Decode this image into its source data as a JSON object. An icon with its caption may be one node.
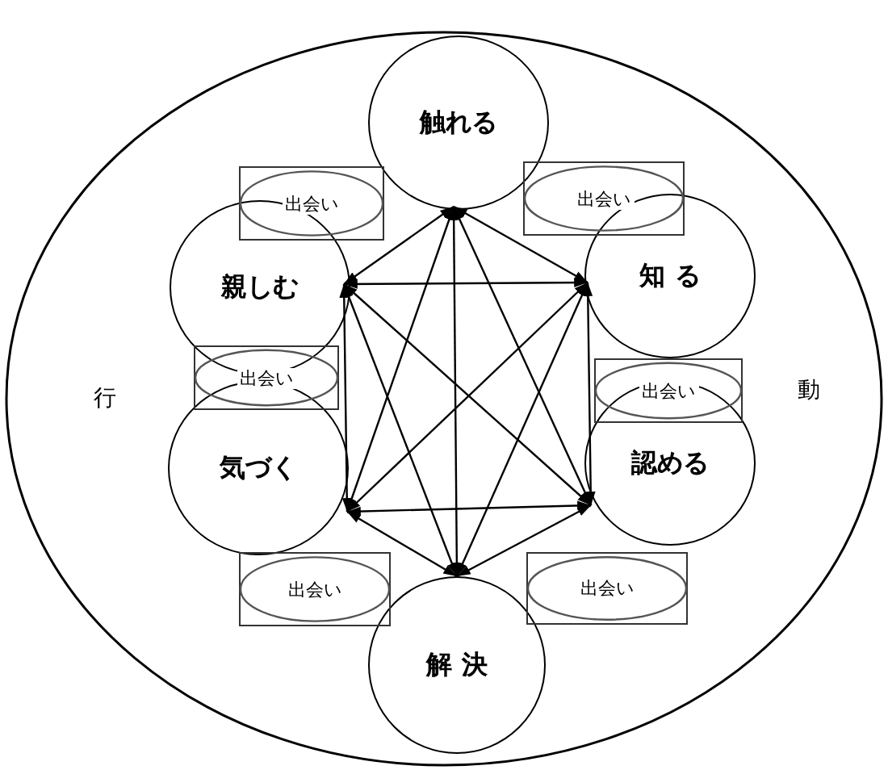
{
  "diagram": {
    "nodes": [
      {
        "text": [
          "触れる"
        ]
      },
      {
        "text": [
          "出会い"
        ]
      },
      {
        "text": [
          "出会い"
        ]
      },
      {
        "text": [
          "親しむ"
        ]
      },
      {
        "text": [
          "知 る"
        ]
      },
      {
        "text": [
          "出会い"
        ]
      },
      {
        "text": [
          "出会い"
        ]
      },
      {
        "text": [
          "気づく"
        ]
      },
      {
        "text": [
          "認める"
        ]
      },
      {
        "text": [
          "出会い"
        ]
      },
      {
        "text": [
          "出会い"
        ]
      },
      {
        "text": [
          "解 決"
        ]
      }
    ],
    "edges": [
      {
        "from": 0,
        "to": 4,
        "arrow": "both"
      },
      {
        "from": 0,
        "to": 8,
        "arrow": "both"
      },
      {
        "from": 0,
        "to": 11,
        "arrow": "both"
      },
      {
        "from": 0,
        "to": 7,
        "arrow": "both"
      },
      {
        "from": 0,
        "to": 3,
        "arrow": "both"
      },
      {
        "from": 4,
        "to": 8,
        "arrow": "both"
      },
      {
        "from": 4,
        "to": 11,
        "arrow": "both"
      },
      {
        "from": 4,
        "to": 7,
        "arrow": "both"
      },
      {
        "from": 4,
        "to": 3,
        "arrow": "both"
      },
      {
        "from": 8,
        "to": 11,
        "arrow": "both"
      },
      {
        "from": 8,
        "to": 7,
        "arrow": "both"
      },
      {
        "from": 8,
        "to": 3,
        "arrow": "both"
      },
      {
        "from": 11,
        "to": 7,
        "arrow": "both"
      },
      {
        "from": 11,
        "to": 3,
        "arrow": "both"
      },
      {
        "from": 7,
        "to": 3,
        "arrow": "both"
      }
    ],
    "labels": [
      "行",
      "動"
    ]
  }
}
